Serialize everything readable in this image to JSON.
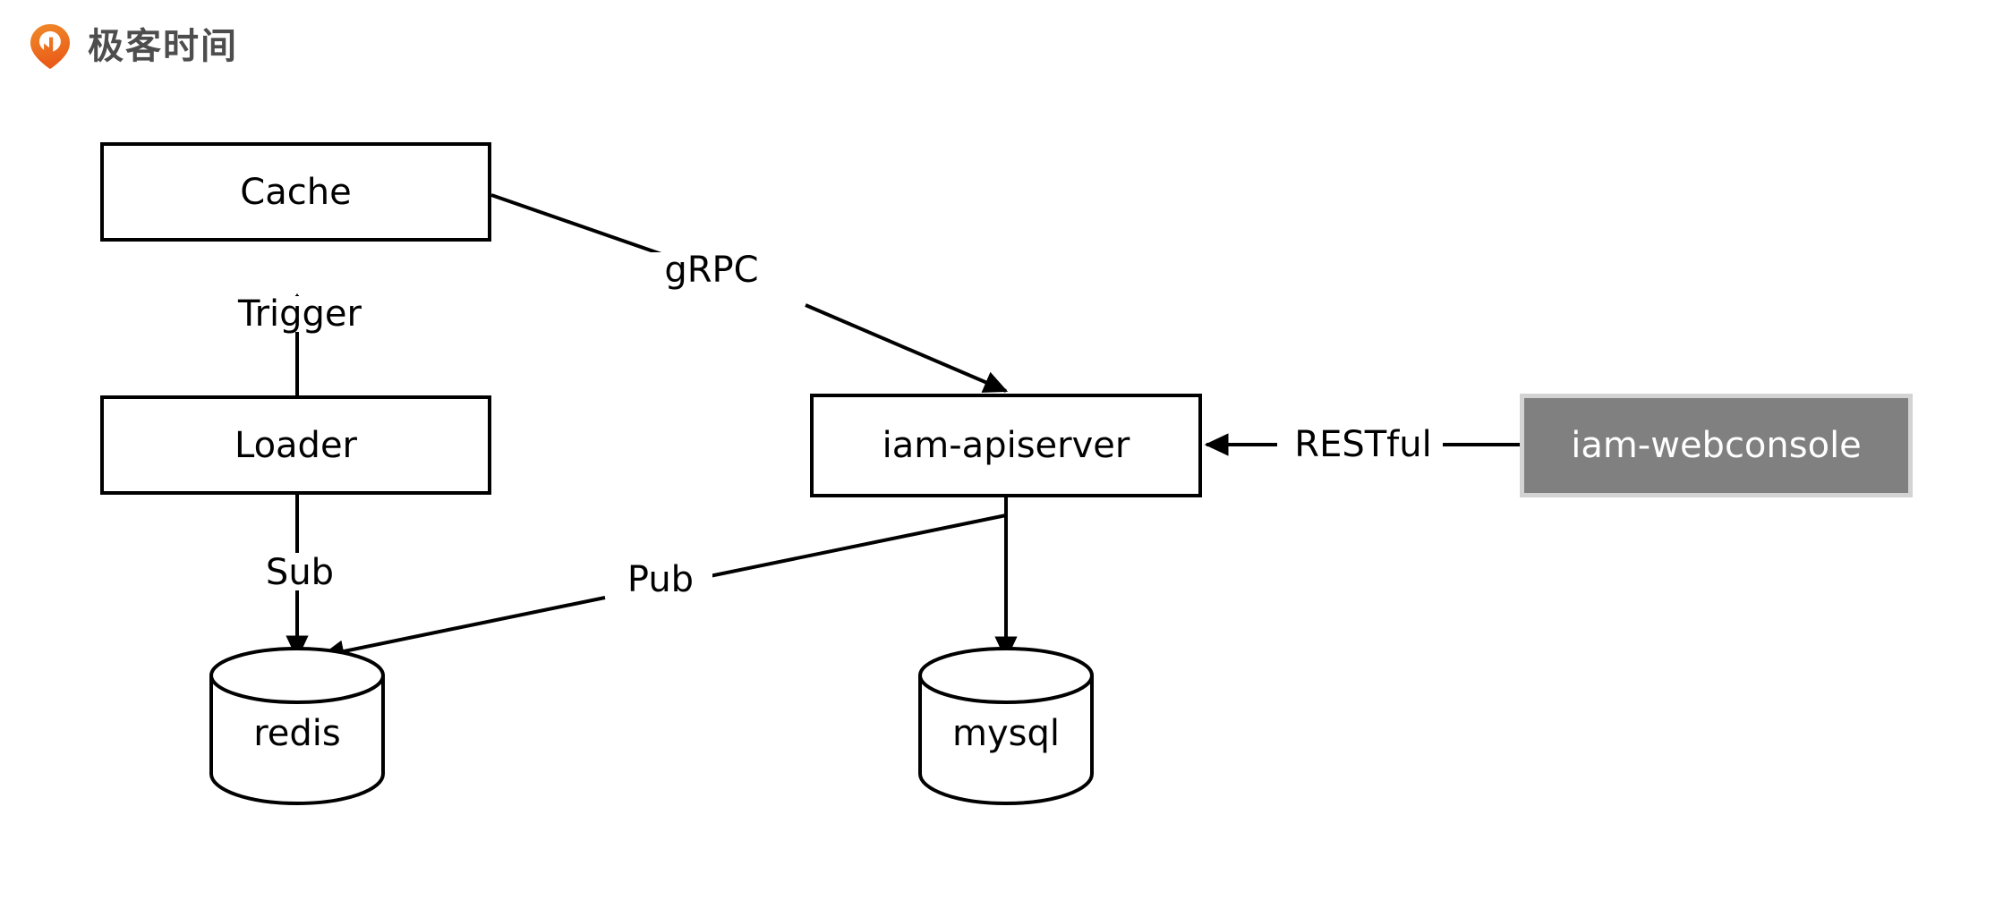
{
  "brand": {
    "name": "极客时间",
    "logo_icon": "geektime-pin-logo-icon",
    "logo_color": "#ec6724",
    "text_color": "#4d4d4d"
  },
  "diagram": {
    "type": "architecture-flow",
    "background": "#ffffff",
    "stroke_color": "#000000",
    "nodes": [
      {
        "id": "cache",
        "label": "Cache",
        "shape": "rectangle",
        "fill": "#ffffff",
        "text_color": "#000000"
      },
      {
        "id": "loader",
        "label": "Loader",
        "shape": "rectangle",
        "fill": "#ffffff",
        "text_color": "#000000"
      },
      {
        "id": "iam-apiserver",
        "label": "iam-apiserver",
        "shape": "rectangle",
        "fill": "#ffffff",
        "text_color": "#000000"
      },
      {
        "id": "iam-webconsole",
        "label": "iam-webconsole",
        "shape": "rectangle",
        "fill": "#808080",
        "text_color": "#ffffff"
      },
      {
        "id": "redis",
        "label": "redis",
        "shape": "cylinder",
        "fill": "#ffffff",
        "text_color": "#000000"
      },
      {
        "id": "mysql",
        "label": "mysql",
        "shape": "cylinder",
        "fill": "#ffffff",
        "text_color": "#000000"
      }
    ],
    "edges": [
      {
        "id": "loader-cache",
        "from": "loader",
        "to": "cache",
        "label": "Trigger",
        "arrow": "to"
      },
      {
        "id": "cache-apiserver",
        "from": "cache",
        "to": "iam-apiserver",
        "label": "gRPC",
        "arrow": "to"
      },
      {
        "id": "webconsole-apiserver",
        "from": "iam-webconsole",
        "to": "iam-apiserver",
        "label": "RESTful",
        "arrow": "to"
      },
      {
        "id": "loader-redis",
        "from": "loader",
        "to": "redis",
        "label": "Sub",
        "arrow": "to"
      },
      {
        "id": "apiserver-redis",
        "from": "iam-apiserver",
        "to": "redis",
        "label": "Pub",
        "arrow": "to"
      },
      {
        "id": "apiserver-mysql",
        "from": "iam-apiserver",
        "to": "mysql",
        "label": "",
        "arrow": "to"
      }
    ]
  }
}
